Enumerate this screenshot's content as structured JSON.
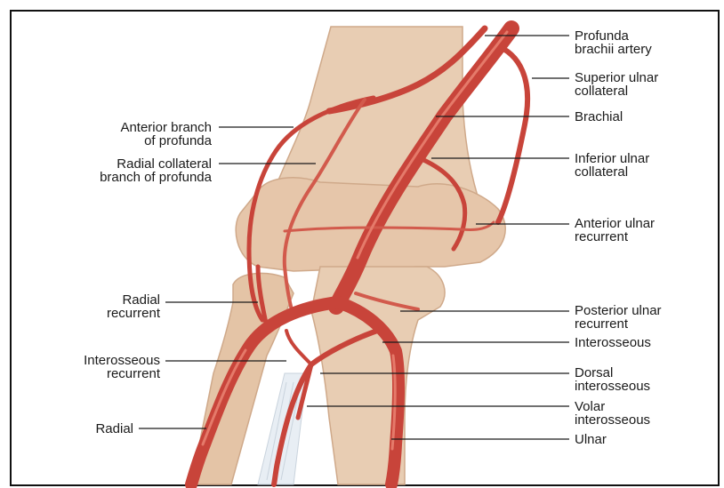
{
  "colors": {
    "artery": "#c8443a",
    "artery_dark": "#9c2e28",
    "artery_light": "#e57a6a",
    "bone": "#e8cdb3",
    "bone_shade": "#cfa98a",
    "ligament": "#e8eef4",
    "leader": "#1a1a1a",
    "frame": "#111111"
  },
  "labels_left": [
    {
      "id": "anterior-branch",
      "lines": [
        "Anterior branch",
        "of profunda"
      ]
    },
    {
      "id": "radial-collateral",
      "lines": [
        "Radial collateral",
        "branch of profunda"
      ]
    },
    {
      "id": "radial-recurrent",
      "lines": [
        "Radial",
        "recurrent"
      ]
    },
    {
      "id": "interosseous-recurrent",
      "lines": [
        "Interosseous",
        "recurrent"
      ]
    },
    {
      "id": "radial",
      "lines": [
        "Radial"
      ]
    }
  ],
  "labels_right": [
    {
      "id": "profunda-brachii",
      "lines": [
        "Profunda",
        "brachii artery"
      ]
    },
    {
      "id": "superior-ulnar",
      "lines": [
        "Superior ulnar",
        "collateral"
      ]
    },
    {
      "id": "brachial",
      "lines": [
        "Brachial"
      ]
    },
    {
      "id": "inferior-ulnar",
      "lines": [
        "Inferior ulnar",
        "collateral"
      ]
    },
    {
      "id": "anterior-ulnar",
      "lines": [
        "Anterior ulnar",
        "recurrent"
      ]
    },
    {
      "id": "posterior-ulnar",
      "lines": [
        "Posterior ulnar",
        "recurrent"
      ]
    },
    {
      "id": "interosseous",
      "lines": [
        "Interosseous"
      ]
    },
    {
      "id": "dorsal-interosseous",
      "lines": [
        "Dorsal",
        "interosseous"
      ]
    },
    {
      "id": "volar-interosseous",
      "lines": [
        "Volar",
        "interosseous"
      ]
    },
    {
      "id": "ulnar",
      "lines": [
        "Ulnar"
      ]
    }
  ]
}
